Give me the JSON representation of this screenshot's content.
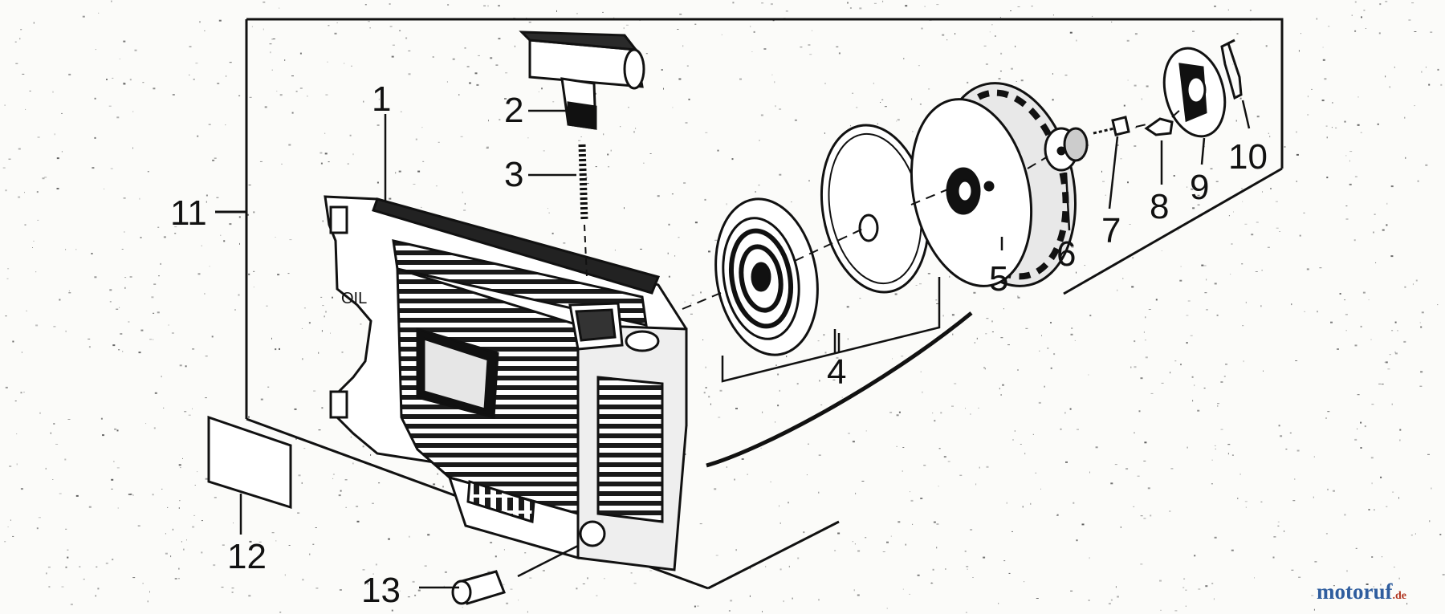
{
  "diagram": {
    "part_labels": [
      "1",
      "2",
      "3",
      "4",
      "5",
      "6",
      "7",
      "8",
      "9",
      "10",
      "11",
      "12",
      "13"
    ],
    "watermark": {
      "brand": "motoruf",
      "suffix": ".de"
    }
  }
}
